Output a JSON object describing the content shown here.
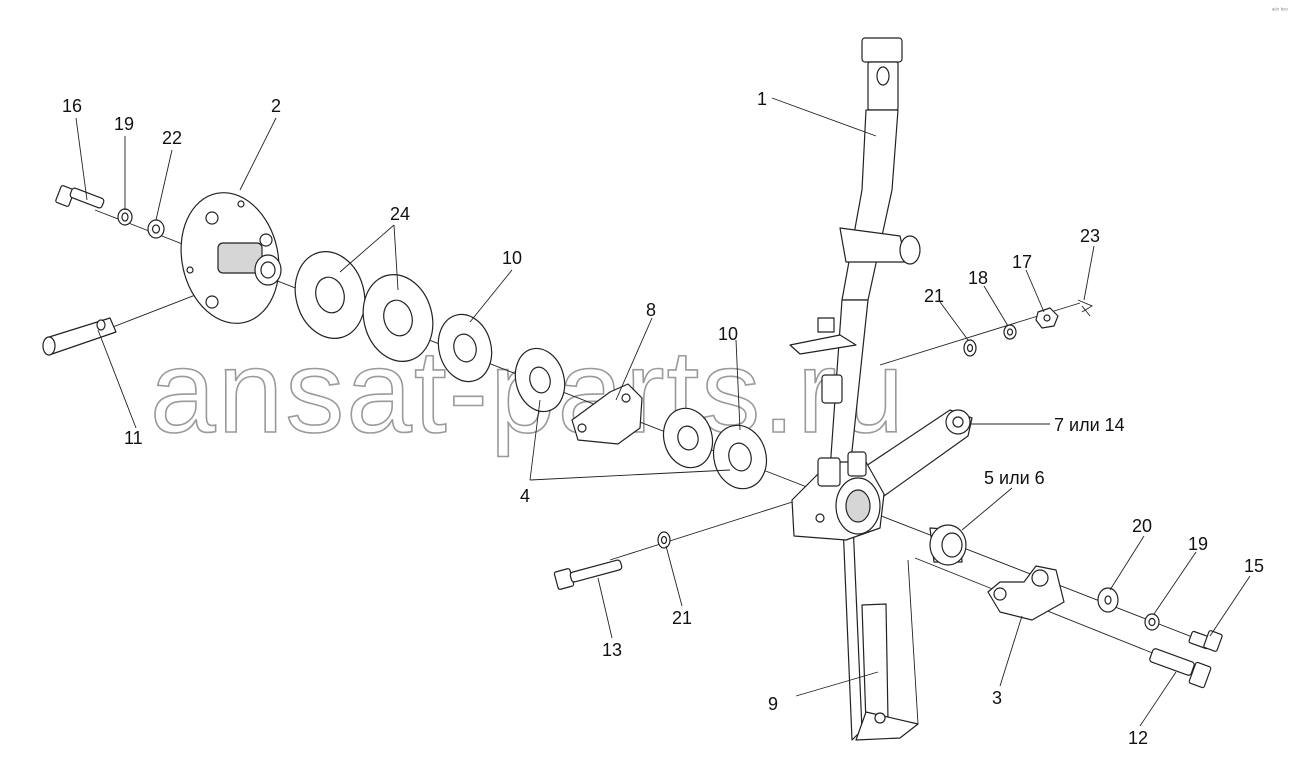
{
  "watermark": "ansat-parts.ru",
  "corner_mark": "ᵃ⁸⁵ ᵇᵒᵒ",
  "callouts": [
    {
      "id": "16",
      "text": "16"
    },
    {
      "id": "19a",
      "text": "19"
    },
    {
      "id": "22",
      "text": "22"
    },
    {
      "id": "2",
      "text": "2"
    },
    {
      "id": "24",
      "text": "24"
    },
    {
      "id": "10a",
      "text": "10"
    },
    {
      "id": "11",
      "text": "11"
    },
    {
      "id": "1",
      "text": "1"
    },
    {
      "id": "8",
      "text": "8"
    },
    {
      "id": "10b",
      "text": "10"
    },
    {
      "id": "4",
      "text": "4"
    },
    {
      "id": "21a",
      "text": "21"
    },
    {
      "id": "18",
      "text": "18"
    },
    {
      "id": "17",
      "text": "17"
    },
    {
      "id": "23",
      "text": "23"
    },
    {
      "id": "7",
      "text": "7 или 14"
    },
    {
      "id": "5",
      "text": "5 или 6"
    },
    {
      "id": "20",
      "text": "20"
    },
    {
      "id": "19b",
      "text": "19"
    },
    {
      "id": "15",
      "text": "15"
    },
    {
      "id": "13",
      "text": "13"
    },
    {
      "id": "21b",
      "text": "21"
    },
    {
      "id": "3",
      "text": "3"
    },
    {
      "id": "9",
      "text": "9"
    },
    {
      "id": "12",
      "text": "12"
    }
  ]
}
